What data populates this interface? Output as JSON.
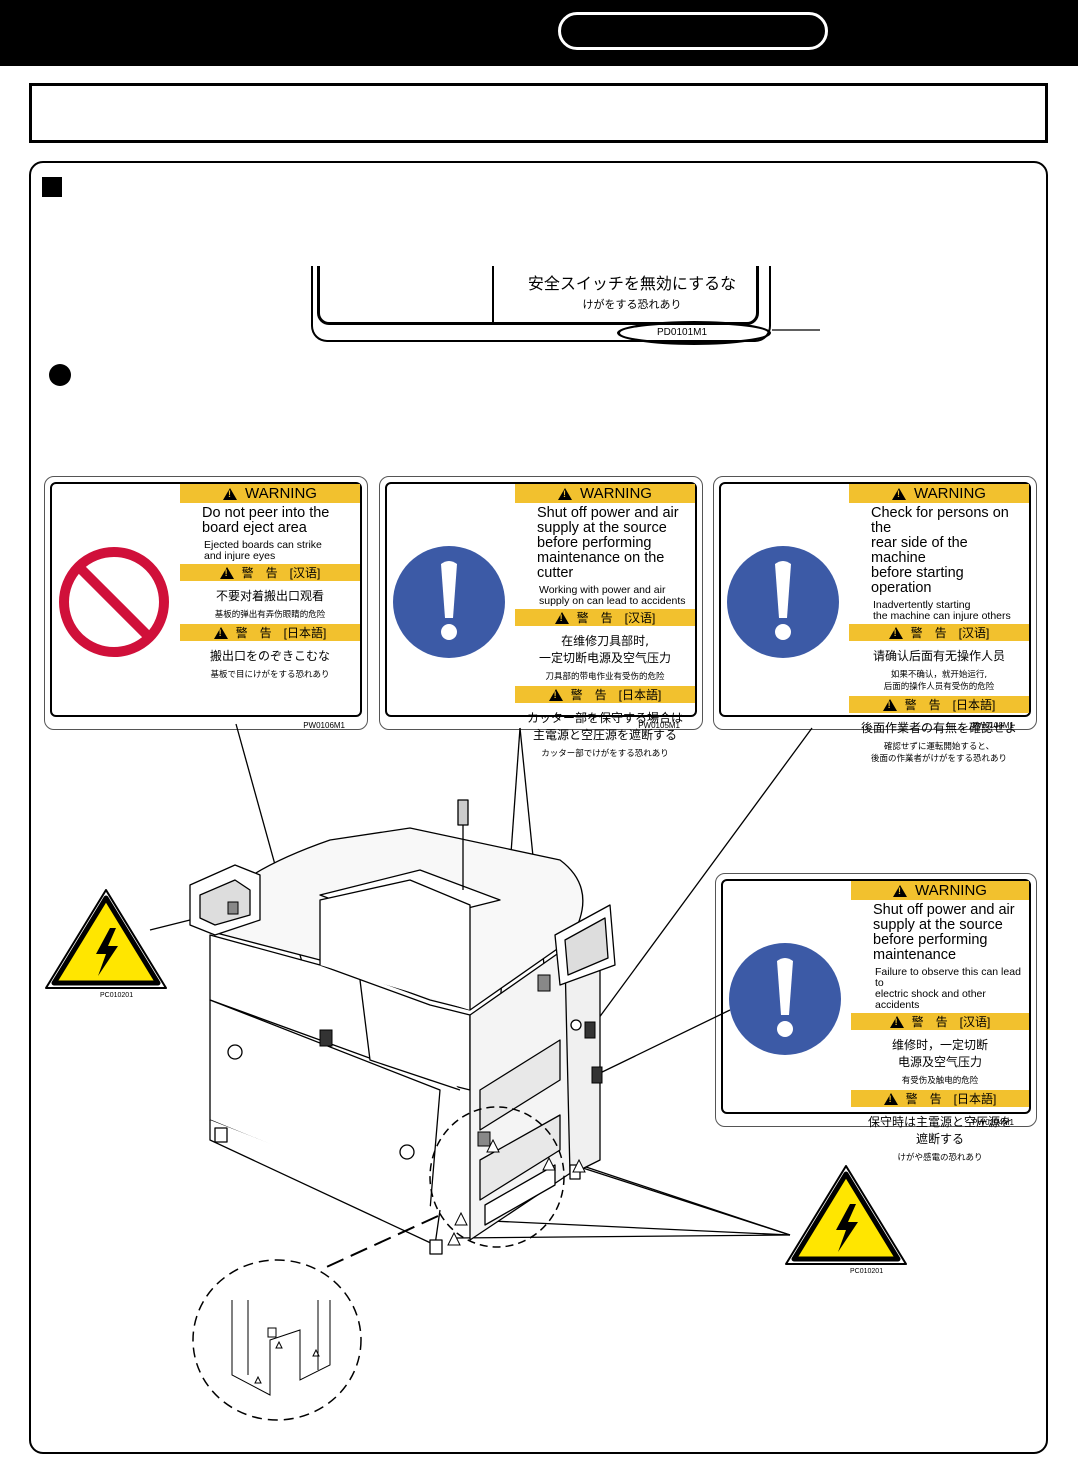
{
  "sample_label": {
    "jp_line1": "安全スイッチを無効にするな",
    "jp_line2": "けがをする恐れあり",
    "code": "PD0101M1"
  },
  "labels": [
    {
      "id": "PW0106M1",
      "code": "PW0106M1",
      "icon": "prohibition-icon",
      "warning": "WARNING",
      "en_title": [
        "Do not peer into the",
        "board eject area"
      ],
      "en_sub": [
        "Ejected boards can strike",
        "and injure eyes"
      ],
      "zh_header": "警　告　[汉语]",
      "zh_title": [
        "不要对着搬出口观看"
      ],
      "zh_sub": [
        "基板的弹出有弄伤眼睛的危险"
      ],
      "ja_header": "警　告　[日本語]",
      "ja_title": [
        "搬出口をのぞきこむな"
      ],
      "ja_sub": [
        "基板で目にけがをする恐れあり"
      ]
    },
    {
      "id": "PW0105M1",
      "code": "PW0105M1",
      "icon": "mandatory-action-icon",
      "warning": "WARNING",
      "en_title": [
        "Shut off power and air",
        "supply at the source",
        "before performing",
        "maintenance on the cutter"
      ],
      "en_sub": [
        "Working with power and air",
        "supply on can lead to accidents"
      ],
      "zh_header": "警　告　[汉语]",
      "zh_title": [
        "在维修刀具部时,",
        "一定切断电源及空气压力"
      ],
      "zh_sub": [
        "刀具部的带电作业有受伤的危险"
      ],
      "ja_header": "警　告　[日本語]",
      "ja_title": [
        "カッター部を保守する場合は",
        "主電源と空圧源を遮断する"
      ],
      "ja_sub": [
        "カッター部でけがをする恐れあり"
      ]
    },
    {
      "id": "PW0108M1",
      "code": "PW0108M1",
      "icon": "mandatory-action-icon",
      "warning": "WARNING",
      "en_title": [
        "Check for persons on the",
        "rear side of the machine",
        "before starting operation"
      ],
      "en_sub": [
        "Inadvertently starting",
        "the machine can injure others"
      ],
      "zh_header": "警　告　[汉语]",
      "zh_title": [
        "请确认后面有无操作人员"
      ],
      "zh_sub": [
        "如果不确认，就开始运行,",
        "后面的操作人员有受伤的危险"
      ],
      "ja_header": "警　告　[日本語]",
      "ja_title": [
        "後面作業者の有無を確認せよ"
      ],
      "ja_sub": [
        "確認せずに運転開始すると、",
        "後面の作業者がけがをする恐れあり"
      ]
    },
    {
      "id": "PW0104M1",
      "code": "PW0104M1",
      "icon": "mandatory-action-icon",
      "warning": "WARNING",
      "en_title": [
        "Shut off power and air",
        "supply at the source",
        "before performing",
        "maintenance"
      ],
      "en_sub": [
        "Failure to observe this can lead to",
        "electric shock and other accidents"
      ],
      "zh_header": "警　告　[汉语]",
      "zh_title": [
        "维修时，一定切断",
        "电源及空气压力"
      ],
      "zh_sub": [
        "有受伤及触电的危险"
      ],
      "ja_header": "警　告　[日本語]",
      "ja_title": [
        "保守時は主電源と空圧源を",
        "遮断する"
      ],
      "ja_sub": [
        "けがや感電の恐れあり"
      ]
    }
  ],
  "hv_labels": [
    {
      "code": "PC010201",
      "icon": "high-voltage-icon"
    },
    {
      "code": "PC010201",
      "icon": "high-voltage-icon"
    }
  ],
  "colors": {
    "warning_yellow": "#f2c12e",
    "prohibition_red": "#d0103a",
    "mandatory_blue": "#3c5aa6",
    "hv_yellow": "#ffe600"
  }
}
